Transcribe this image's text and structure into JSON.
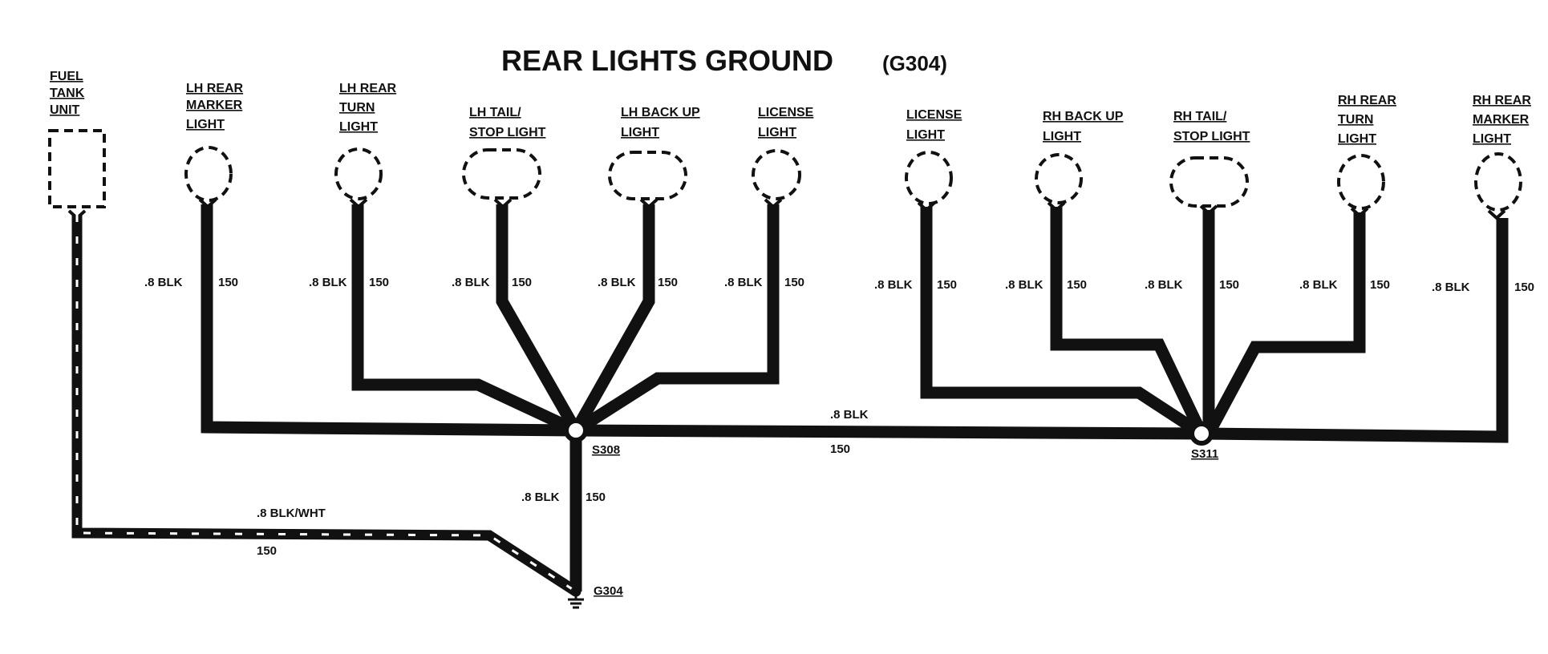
{
  "title": {
    "main": "REAR LIGHTS GROUND",
    "code": "(G304)"
  },
  "devices": [
    {
      "lines": [
        "FUEL",
        "TANK",
        "UNIT"
      ]
    },
    {
      "lines": [
        "LH REAR",
        "MARKER",
        "LIGHT"
      ]
    },
    {
      "lines": [
        "LH REAR",
        "TURN",
        "LIGHT"
      ]
    },
    {
      "lines": [
        "LH TAIL/",
        "STOP LIGHT"
      ]
    },
    {
      "lines": [
        "LH BACK UP",
        "LIGHT"
      ]
    },
    {
      "lines": [
        "LICENSE",
        "LIGHT"
      ]
    },
    {
      "lines": [
        "LICENSE",
        "LIGHT"
      ]
    },
    {
      "lines": [
        "RH BACK UP",
        "LIGHT"
      ]
    },
    {
      "lines": [
        "RH TAIL/",
        "STOP LIGHT"
      ]
    },
    {
      "lines": [
        "RH REAR",
        "TURN",
        "LIGHT"
      ]
    },
    {
      "lines": [
        "RH REAR",
        "MARKER",
        "LIGHT"
      ]
    }
  ],
  "wire_labels": {
    "blk": ".8 BLK",
    "circuit": "150",
    "blk_wht": ".8 BLK/WHT"
  },
  "splices": {
    "s308": "S308",
    "s311": "S311"
  },
  "ground": "G304"
}
